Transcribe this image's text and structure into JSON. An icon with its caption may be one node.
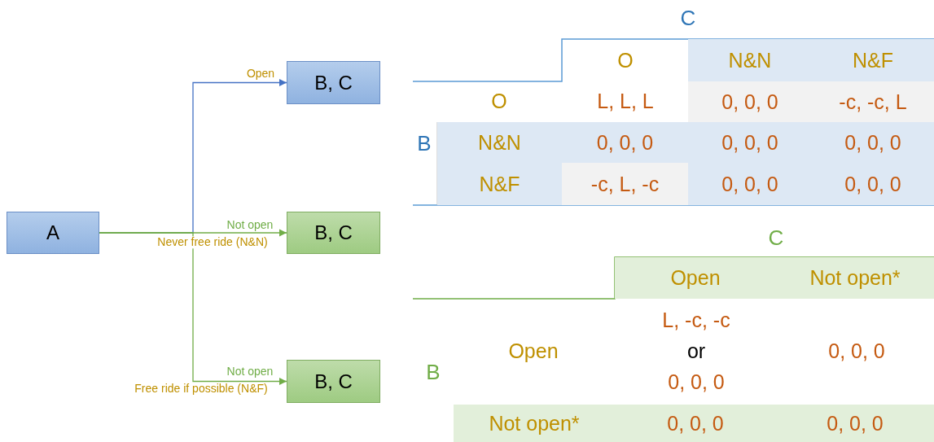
{
  "diagram": {
    "nodes": [
      {
        "text": [
          "A"
        ]
      },
      {
        "text": [
          "B, C"
        ]
      },
      {
        "text": [
          "B, C"
        ]
      },
      {
        "text": [
          "B, C"
        ]
      }
    ],
    "edges": [
      {
        "from": 0,
        "to": 1,
        "arrow": "to",
        "label": "Open",
        "color": "#4472c4"
      },
      {
        "from": 0,
        "to": 2,
        "arrow": "to",
        "label": "Not open"
      },
      {
        "from": 0,
        "to": 3,
        "arrow": "to",
        "label": "Not open"
      }
    ],
    "labels": [
      "Never free ride (N&N)",
      "Free ride if possible (N&F)",
      "C",
      "O",
      "N&N",
      "N&F",
      "O",
      "L, L, L",
      "0, 0, 0",
      "-c, -c, L",
      "B",
      "N&N",
      "0, 0, 0",
      "0, 0, 0",
      "0, 0, 0",
      "N&F",
      "-c, L, -c",
      "0, 0, 0",
      "0, 0, 0",
      "C",
      "Open",
      "Not open*",
      "B",
      "Open",
      "L, -c, -c",
      "or",
      "0, 0, 0",
      "0, 0, 0",
      "Not open*",
      "0, 0, 0",
      "0, 0, 0"
    ]
  }
}
